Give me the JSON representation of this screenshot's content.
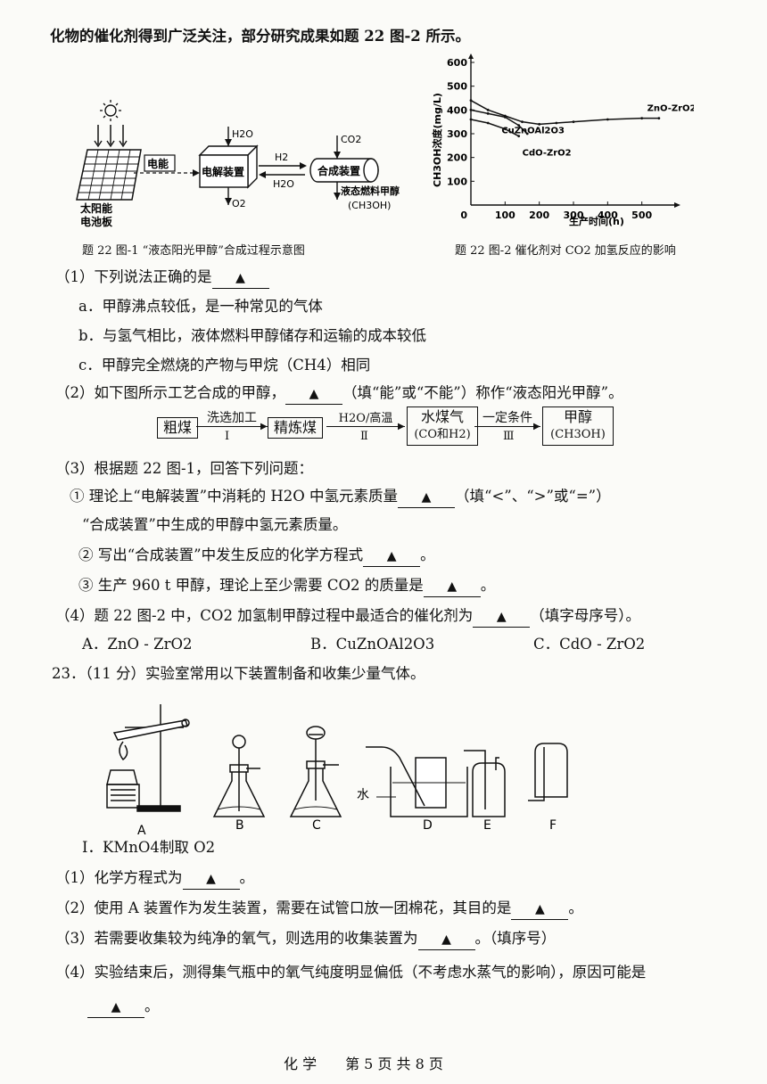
{
  "intro_text": "化物的催化剂得到广泛关注，部分研究成果如题 22 图-2 所示。",
  "fig1": {
    "caption": "题 22 图-1 “液态阳光甲醇”合成过程示意图",
    "solar_label_1": "太阳能",
    "solar_label_2": "电池板",
    "electricity": "电能",
    "electrolysis": "电解装置",
    "synthesis": "合成装置",
    "h2o_in": "H2O",
    "o2_out": "O2",
    "h2": "H2",
    "h2o_back": "H2O",
    "co2_in": "CO2",
    "product": "液态燃料甲醇",
    "product_formula": "(CH3OH)"
  },
  "fig2": {
    "caption": "题 22 图-2 催化剂对 CO2 加氢反应的影响"
  },
  "chart_data": {
    "type": "line",
    "xlabel": "生产时间(h)",
    "ylabel": "CH3OH浓度(mg/L)",
    "xticks": [
      0,
      100,
      200,
      300,
      400,
      500
    ],
    "yticks": [
      100,
      200,
      300,
      400,
      500,
      600
    ],
    "xlim": [
      0,
      600
    ],
    "ylim": [
      0,
      600
    ],
    "series": [
      {
        "name": "ZnO-ZrO2",
        "x": [
          0,
          50,
          100,
          150,
          200,
          250,
          300,
          400,
          500,
          550
        ],
        "y": [
          440,
          400,
          375,
          350,
          340,
          345,
          350,
          360,
          365,
          365
        ]
      },
      {
        "name": "CuZnOAl2O3",
        "x": [
          0,
          50,
          100,
          140,
          165
        ],
        "y": [
          400,
          385,
          370,
          335,
          300
        ]
      },
      {
        "name": "CdO-ZrO2",
        "x": [
          0,
          50,
          100,
          140
        ],
        "y": [
          360,
          345,
          320,
          290
        ]
      }
    ]
  },
  "q1": {
    "stem": "（1）下列说法正确的是",
    "opt_a": "a．甲醇沸点较低，是一种常见的气体",
    "opt_b": "b．与氢气相比，液体燃料甲醇储存和运输的成本较低",
    "opt_c": "c．甲醇完全燃烧的产物与甲烷（CH4）相同"
  },
  "blank_mark": "▲",
  "q2": {
    "stem_a": "（2）如下图所示工艺合成的甲醇，",
    "stem_b": "（填“能”或“不能”）称作“液态阳光甲醇”。",
    "box1": "粗煤",
    "step1": "洗选加工",
    "step1_num": "Ⅰ",
    "box2": "精炼煤",
    "step2": "H2O/高温",
    "step2_num": "Ⅱ",
    "box3_a": "水煤气",
    "box3_b": "(CO和H2)",
    "step3": "一定条件",
    "step3_num": "Ⅲ",
    "box4_a": "甲醇",
    "box4_b": "(CH3OH)"
  },
  "q3": {
    "stem": "（3）根据题 22 图-1，回答下列问题：",
    "sub1_a": "① 理论上“电解装置”中消耗的 H2O 中氢元素质量",
    "sub1_b": "（填“<”、“>”或“=”）",
    "sub1_c": "“合成装置”中生成的甲醇中氢元素质量。",
    "sub2": "② 写出“合成装置”中发生反应的化学方程式",
    "sub3": "③ 生产 960 t 甲醇，理论上至少需要 CO2 的质量是",
    "period": "。"
  },
  "q4": {
    "stem_a": "（4）题 22 图-2 中，CO2 加氢制甲醇过程中最适合的催化剂为",
    "stem_b": "（填字母序号）。",
    "opt_a": "A．ZnO - ZrO2",
    "opt_b": "B．CuZnOAl2O3",
    "opt_c": "C．CdO - ZrO2"
  },
  "q23": {
    "header": "23．（11 分）实验室常用以下装置制备和收集少量气体。",
    "apparatus_labels": [
      "A",
      "B",
      "C",
      "D",
      "E",
      "F"
    ],
    "water_label": "水",
    "section_i": "I．KMnO4制取 O2",
    "s1": "（1）化学方程式为",
    "s2": "（2）使用 A 装置作为发生装置，需要在试管口放一团棉花，其目的是",
    "s3_a": "（3）若需要收集较为纯净的氧气，则选用的收集装置为",
    "s3_b": "。（填序号）",
    "s4": "（4）实验结束后，测得集气瓶中的氧气纯度明显偏低（不考虑水蒸气的影响），原因可能是"
  },
  "footer": "化 学　　第 5 页 共 8 页"
}
